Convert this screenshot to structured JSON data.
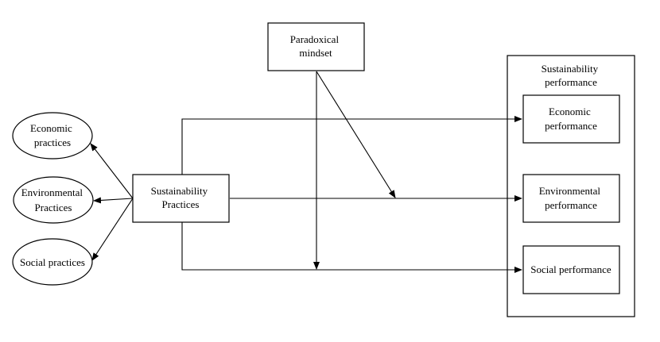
{
  "nodes": {
    "paradoxical_mindset": [
      "Paradoxical",
      "mindset"
    ],
    "sustainability_practices": [
      "Sustainability",
      "Practices"
    ],
    "economic_practices": [
      "Economic",
      "practices"
    ],
    "environmental_practices": [
      "Environmental",
      "Practices"
    ],
    "social_practices": [
      "Social practices"
    ],
    "sustainability_performance": [
      "Sustainability",
      "performance"
    ],
    "economic_performance": [
      "Economic",
      "performance"
    ],
    "environmental_performance": [
      "Environmental",
      "performance"
    ],
    "social_performance": [
      "Social performance"
    ]
  },
  "edges": [
    {
      "from": "sustainability_practices",
      "to": "economic_practices"
    },
    {
      "from": "sustainability_practices",
      "to": "environmental_practices"
    },
    {
      "from": "sustainability_practices",
      "to": "social_practices"
    },
    {
      "from": "sustainability_practices",
      "to": "economic_performance"
    },
    {
      "from": "sustainability_practices",
      "to": "environmental_performance"
    },
    {
      "from": "sustainability_practices",
      "to": "social_performance"
    },
    {
      "from": "paradoxical_mindset",
      "to": "sustainability_practices-environmental_performance"
    },
    {
      "from": "paradoxical_mindset",
      "to": "sustainability_practices-social_performance"
    }
  ]
}
